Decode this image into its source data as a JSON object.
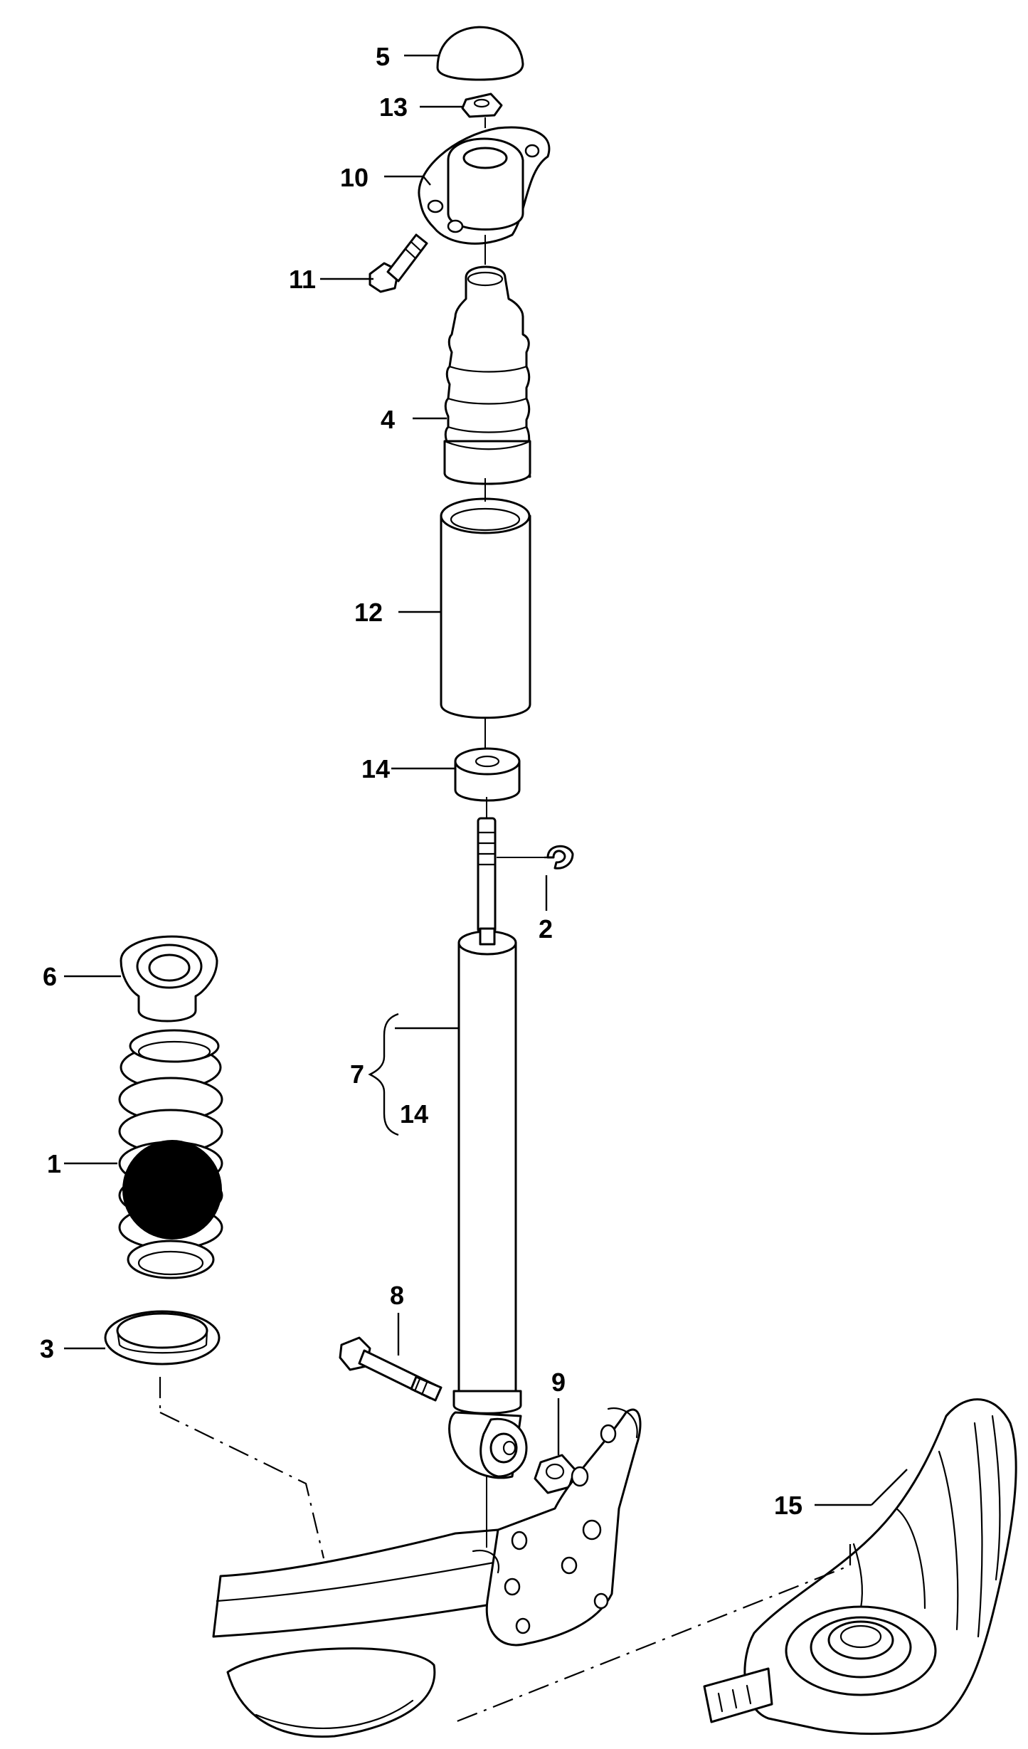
{
  "callouts": {
    "c1": "1",
    "c2": "2",
    "c3": "3",
    "c4": "4",
    "c5": "5",
    "c6": "6",
    "c7": "7",
    "c8": "8",
    "c9": "9",
    "c10": "10",
    "c11": "11",
    "c12": "12",
    "c13": "13",
    "c14a": "14",
    "c14b": "14",
    "c15": "15"
  },
  "colors": {
    "line": "#000000",
    "background": "#ffffff",
    "redaction": "#000000"
  },
  "icons": [
    "exploded-view-diagram",
    "redaction-dot"
  ]
}
